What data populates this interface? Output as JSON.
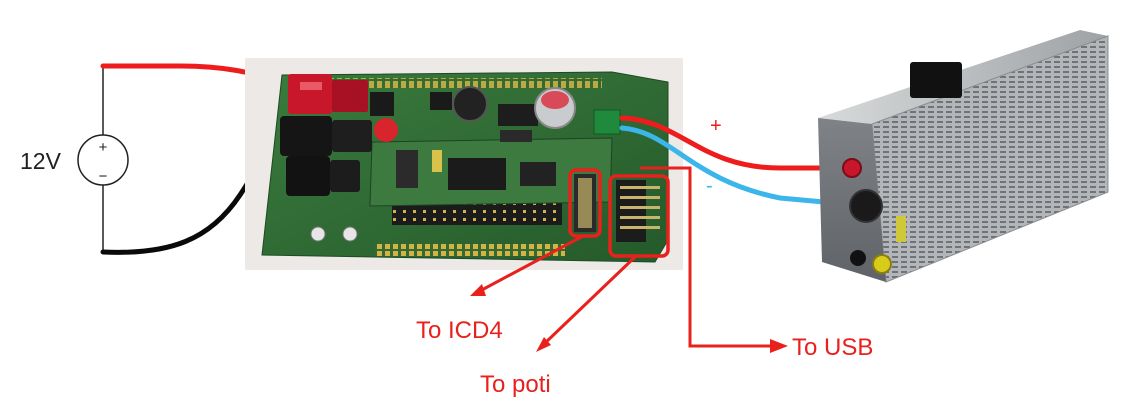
{
  "source": {
    "voltage_label": "12V",
    "plus_symbol": "+",
    "minus_symbol": "−"
  },
  "leads": {
    "positive_label": "+",
    "negative_label": "-"
  },
  "callouts": {
    "icd4": "To ICD4",
    "poti": "To poti",
    "usb": "To USB"
  },
  "colors": {
    "wire_positive": "#ee1c1c",
    "wire_negative": "#0a0a0a",
    "wire_blue": "#3cb6ea",
    "callout_red": "#e8211d",
    "pcb_green": "#2f6b33",
    "plug_red": "#c8172b",
    "plug_black": "#151515",
    "supply_body": "#8e9296"
  }
}
